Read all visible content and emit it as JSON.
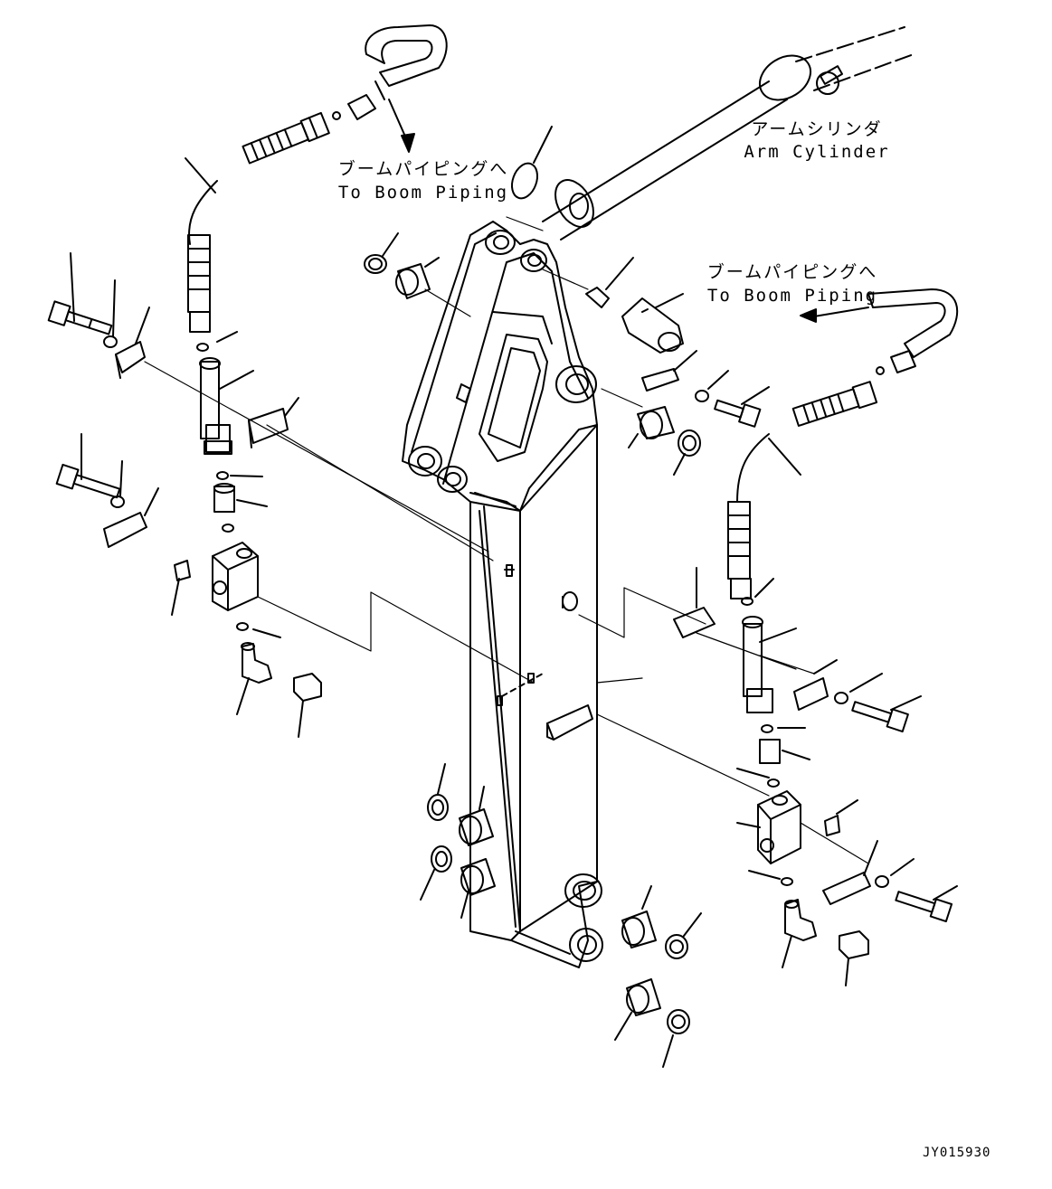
{
  "labels": {
    "boom_piping_top_jp": "ブームパイピングへ",
    "boom_piping_top_en": "To Boom Piping",
    "arm_cylinder_jp": "アームシリンダ",
    "arm_cylinder_en": "Arm Cylinder",
    "boom_piping_right_jp": "ブームパイピングへ",
    "boom_piping_right_en": "To Boom Piping"
  },
  "drawing_code": "JY015930"
}
